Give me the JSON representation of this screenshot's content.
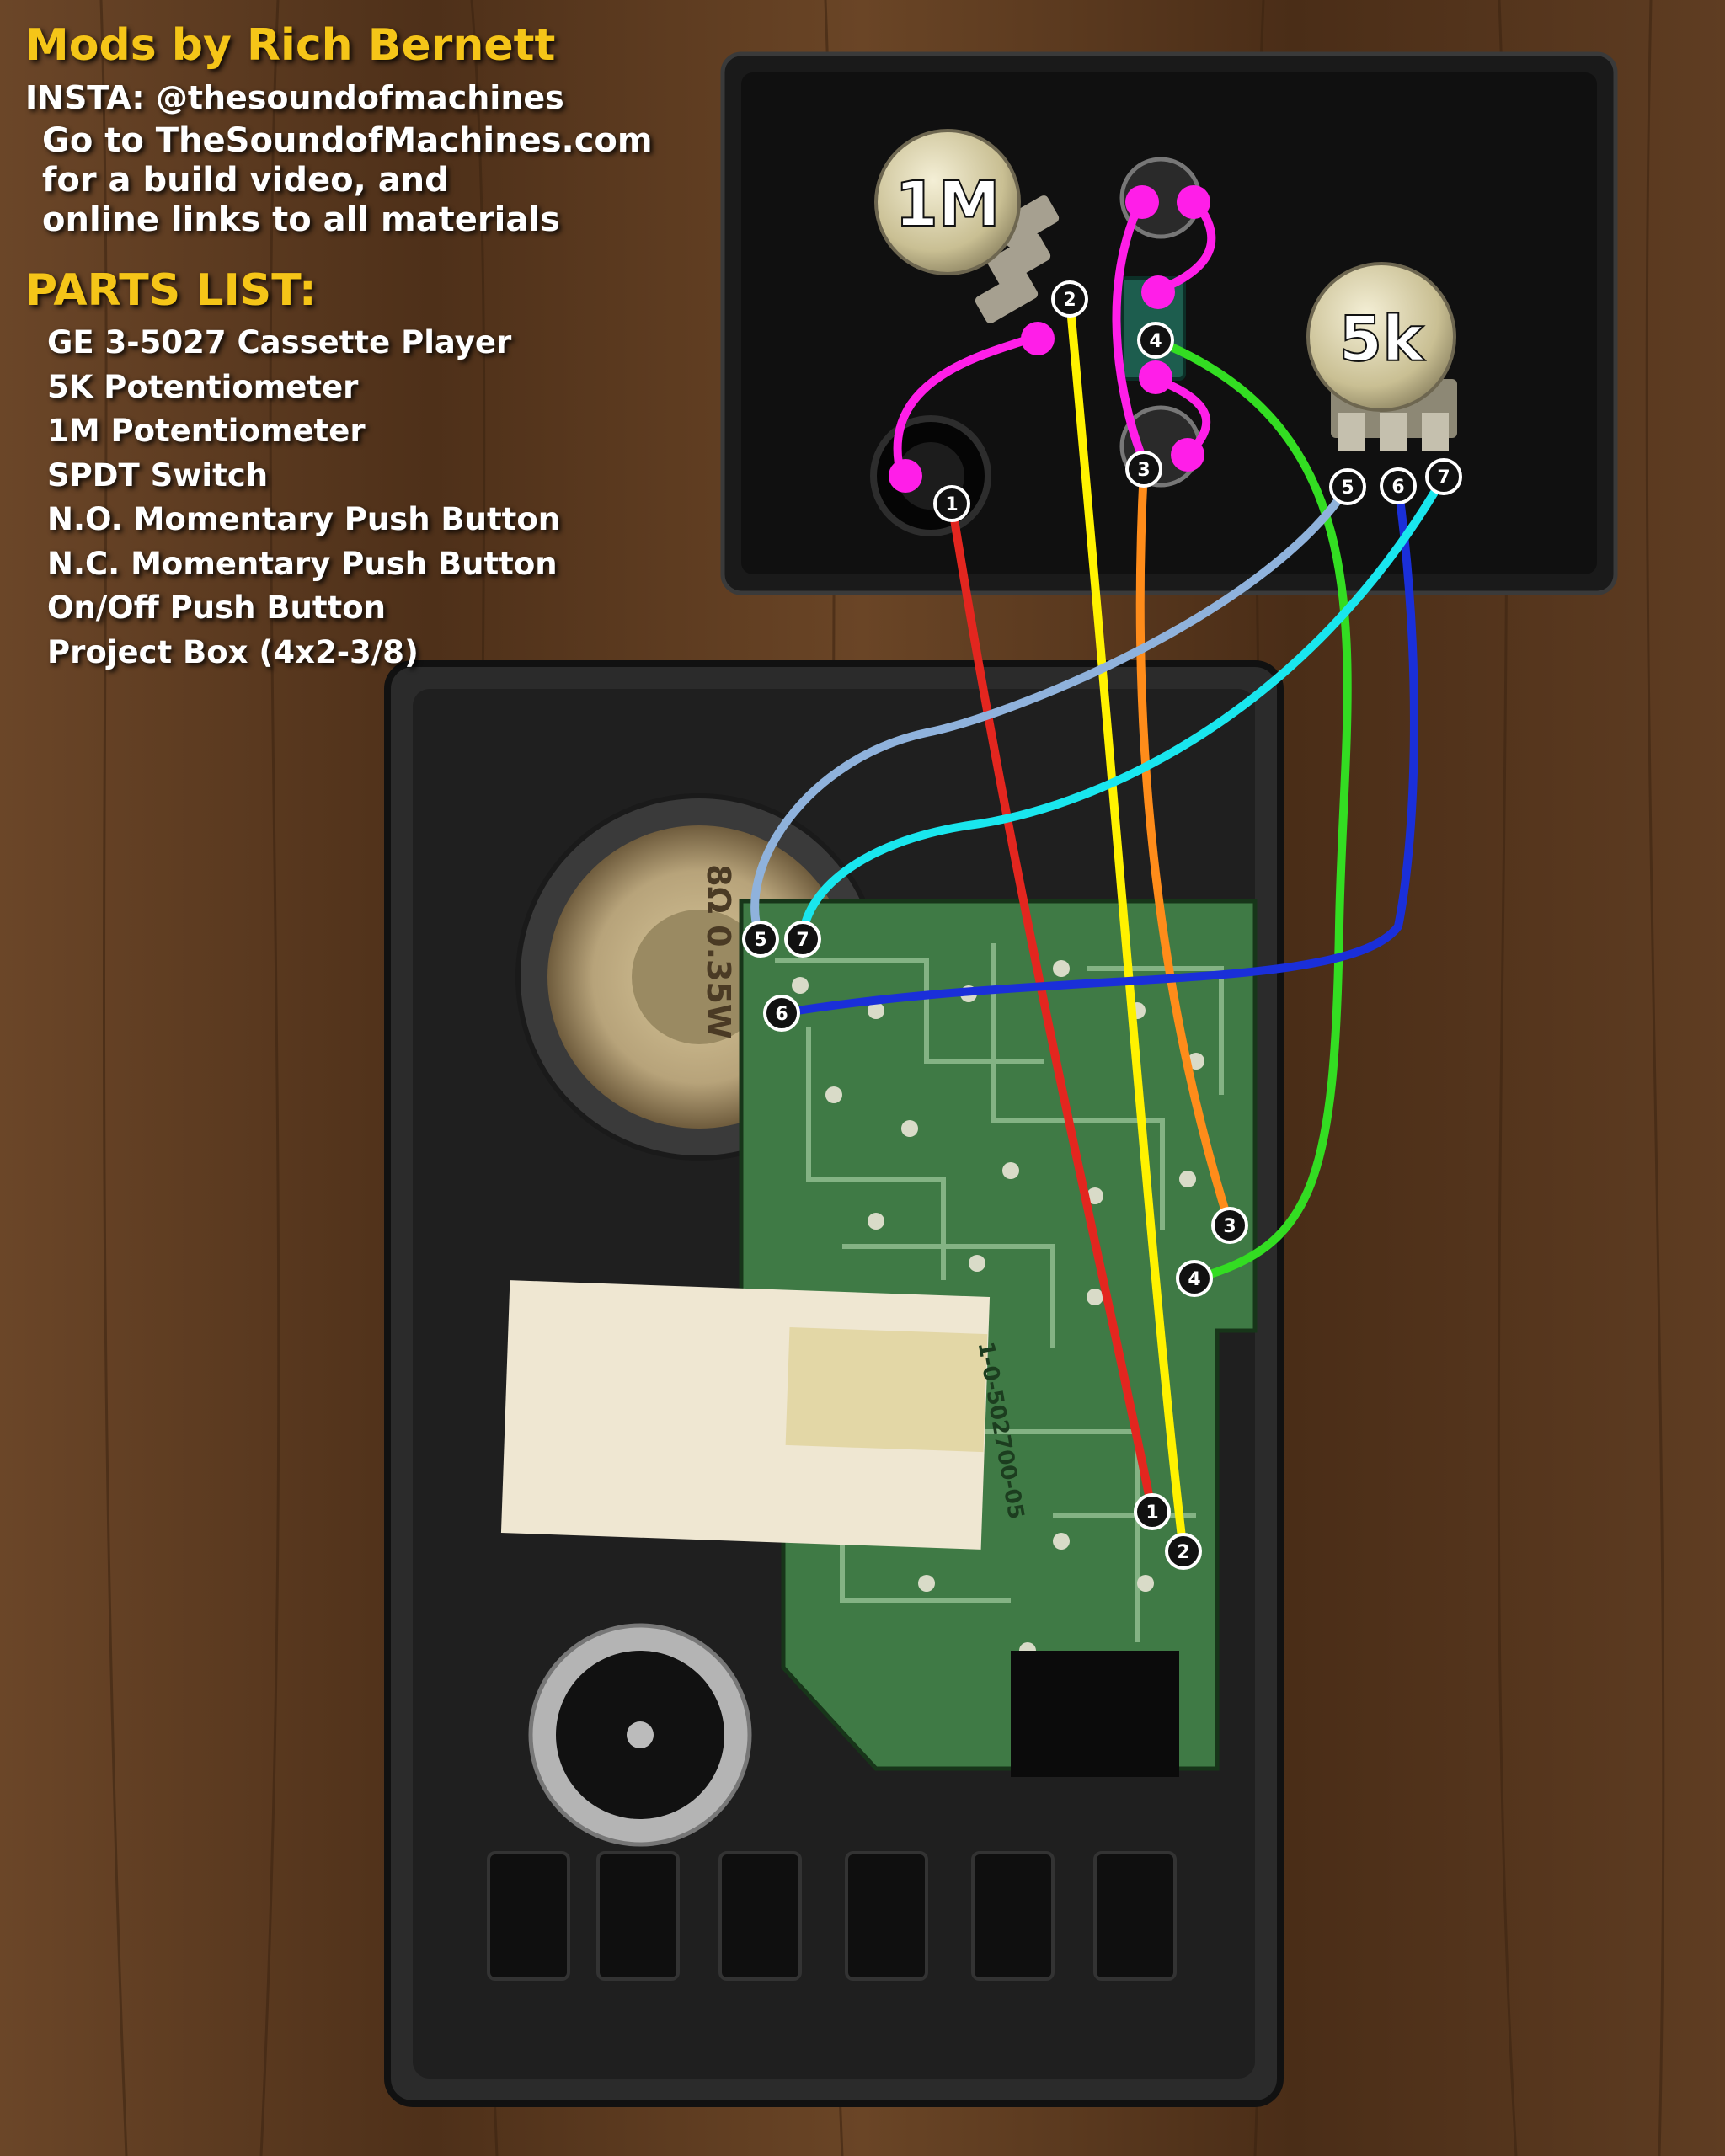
{
  "header": {
    "title": "Mods by Rich Bernett",
    "insta": "INSTA: @thesoundofmachines",
    "visit_lines": [
      "Go to TheSoundofMachines.com",
      "for a build video, and",
      "online links to all materials"
    ]
  },
  "parts_list": {
    "title": "PARTS LIST:",
    "items": [
      "GE 3-5027 Cassette Player",
      "5K Potentiometer",
      "1M Potentiometer",
      "SPDT Switch",
      "N.O. Momentary Push Button",
      "N.C. Momentary Push Button",
      "On/Off Push Button",
      "Project Box (4x2-3/8)"
    ]
  },
  "components": {
    "pot_1m": "1M",
    "pot_5k": "5k",
    "speaker_marking": "8Ω 0.35W",
    "board_marking": "1-0-502700-05"
  },
  "pins": {
    "box": [
      "1",
      "2",
      "3",
      "4",
      "5",
      "6",
      "7"
    ],
    "player": [
      "1",
      "2",
      "3",
      "4",
      "5",
      "6",
      "7"
    ]
  },
  "wire_colors": {
    "1": "#e3261f",
    "2": "#fff200",
    "3": "#ff8c1a",
    "4": "#33dd22",
    "5": "#8fb2dc",
    "6": "#1a2fd9",
    "7": "#19e6ee",
    "jumper": "#ff1ee8"
  }
}
